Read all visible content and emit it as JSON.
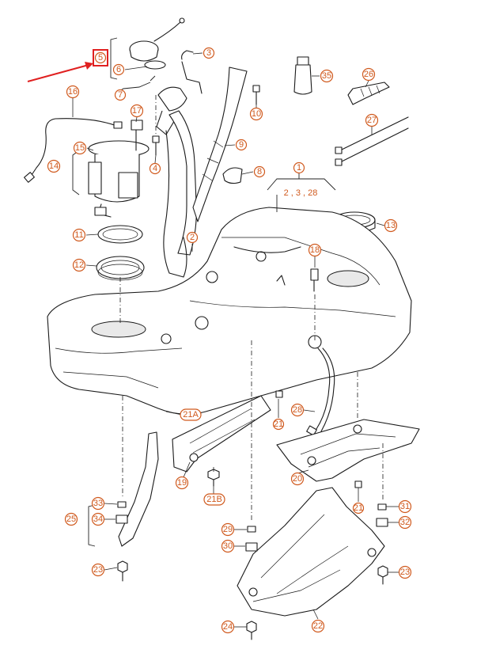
{
  "highlight_color": "#e02020",
  "callout_color": "#d05a1e",
  "highlighted_part": "5",
  "callouts": [
    {
      "id": "c5",
      "label": "5"
    },
    {
      "id": "c6",
      "label": "6"
    },
    {
      "id": "c7",
      "label": "7"
    },
    {
      "id": "c3",
      "label": "3"
    },
    {
      "id": "c16",
      "label": "16"
    },
    {
      "id": "c17",
      "label": "17"
    },
    {
      "id": "c15",
      "label": "15"
    },
    {
      "id": "c14",
      "label": "14"
    },
    {
      "id": "c4",
      "label": "4"
    },
    {
      "id": "c10",
      "label": "10"
    },
    {
      "id": "c9",
      "label": "9"
    },
    {
      "id": "c8",
      "label": "8"
    },
    {
      "id": "c35",
      "label": "35"
    },
    {
      "id": "c26",
      "label": "26"
    },
    {
      "id": "c27",
      "label": "27"
    },
    {
      "id": "c1",
      "label": "1"
    },
    {
      "id": "c13",
      "label": "13"
    },
    {
      "id": "c11",
      "label": "11"
    },
    {
      "id": "c12",
      "label": "12"
    },
    {
      "id": "c2",
      "label": "2"
    },
    {
      "id": "c18",
      "label": "18"
    },
    {
      "id": "c21a",
      "label": "21A"
    },
    {
      "id": "c21",
      "label": "21"
    },
    {
      "id": "c28",
      "label": "28"
    },
    {
      "id": "c19",
      "label": "19"
    },
    {
      "id": "c21b",
      "label": "21B"
    },
    {
      "id": "c20",
      "label": "20"
    },
    {
      "id": "c21b2",
      "label": "21"
    },
    {
      "id": "c33",
      "label": "33"
    },
    {
      "id": "c25",
      "label": "25"
    },
    {
      "id": "c34",
      "label": "34"
    },
    {
      "id": "c29",
      "label": "29"
    },
    {
      "id": "c30",
      "label": "30"
    },
    {
      "id": "c31",
      "label": "31"
    },
    {
      "id": "c32",
      "label": "32"
    },
    {
      "id": "c23a",
      "label": "23"
    },
    {
      "id": "c23b",
      "label": "23"
    },
    {
      "id": "c24",
      "label": "24"
    },
    {
      "id": "c22",
      "label": "22"
    }
  ],
  "group_label": "2 , 3 , 28"
}
